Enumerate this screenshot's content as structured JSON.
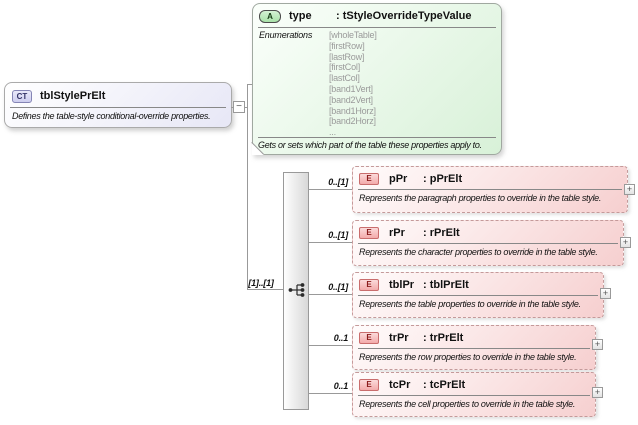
{
  "diagram": {
    "expand_glyph": "+",
    "collapse_glyph": "−",
    "root": {
      "kind": "CT",
      "name": "tblStylePrElt",
      "description": "Defines the table-style conditional-override properties."
    },
    "attribute": {
      "kind": "A",
      "name": "type",
      "type": ": tStyleOverrideTypeValue",
      "enumerations_label": "Enumerations",
      "enumerations": [
        "[wholeTable]",
        "[firstRow]",
        "[lastRow]",
        "[firstCol]",
        "[lastCol]",
        "[band1Vert]",
        "[band2Vert]",
        "[band1Horz]",
        "[band2Horz]",
        "..."
      ],
      "footer": "Gets or sets which part of the table these properties apply to."
    },
    "sequence_cardinality": "[1]..[1]",
    "elements": [
      {
        "kind": "E",
        "name": "pPr",
        "type": ": pPrElt",
        "cardinality": "0..[1]",
        "description": "Represents the paragraph properties to override in the table style."
      },
      {
        "kind": "E",
        "name": "rPr",
        "type": ": rPrElt",
        "cardinality": "0..[1]",
        "description": "Represents the character properties to override in the table style."
      },
      {
        "kind": "E",
        "name": "tblPr",
        "type": ": tblPrElt",
        "cardinality": "0..[1]",
        "description": "Represents the table properties to override in the table style."
      },
      {
        "kind": "E",
        "name": "trPr",
        "type": ": trPrElt",
        "cardinality": "0..1",
        "description": "Represents the row properties to override in the table style."
      },
      {
        "kind": "E",
        "name": "tcPr",
        "type": ": tcPrElt",
        "cardinality": "0..1",
        "description": "Represents the cell properties to override in the table style."
      }
    ],
    "colors": {
      "attribute_green": "#d8f1d8",
      "element_pink": "#f6cfcf",
      "complex_type_lavender": "#e7e7f6",
      "connector_gray": "#999999"
    }
  }
}
